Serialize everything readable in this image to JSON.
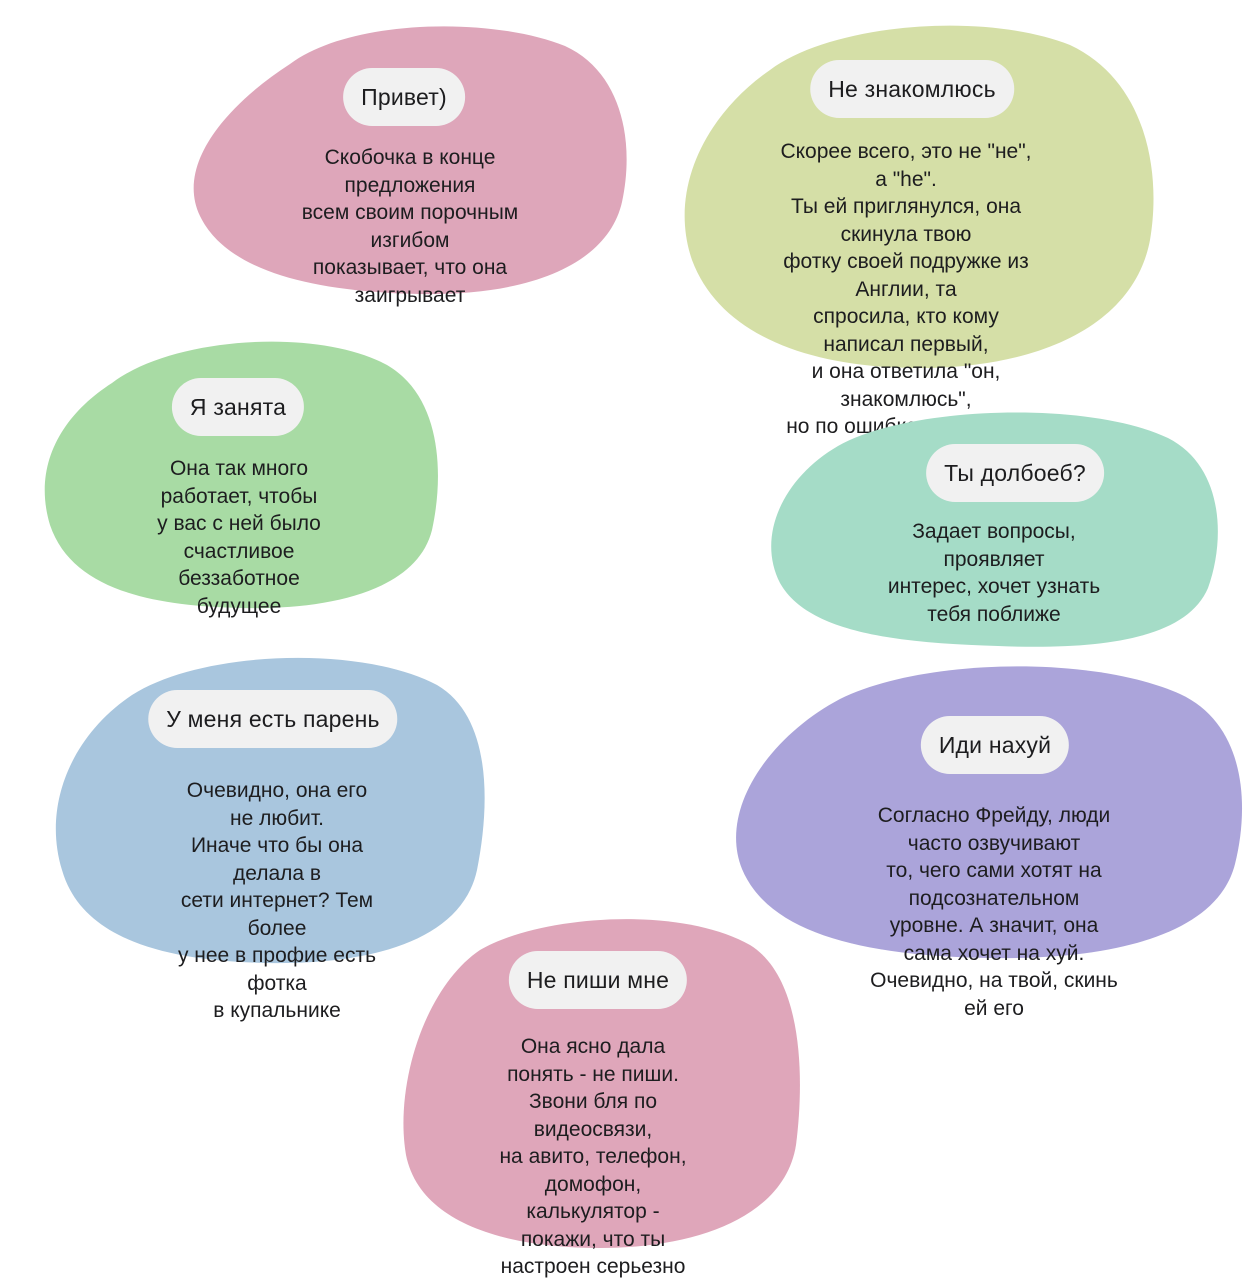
{
  "cards": [
    {
      "title": "Привет)",
      "text": "Скобочка в конце предложения\nвсем своим порочным изгибом\nпоказывает, что она заигрывает",
      "color": "#dea6ba"
    },
    {
      "title": "Не знакомлюсь",
      "text": "Скорее всего, это не \"не\", а \"he\".\nТы ей приглянулся, она скинула твою\nфотку своей подружке из Англии, та\nспросила, кто кому написал первый,\nи она ответила \"он, знакомлюсь\",\nно по ошибке отправила тебе",
      "color": "#d5dfa7"
    },
    {
      "title": "Я занята",
      "text": "Она так много работает, чтобы\nу вас с ней было счастливое\nбеззаботное будущее",
      "color": "#a8dba4"
    },
    {
      "title": "Ты долбоеб?",
      "text": "Задает вопросы, проявляет\nинтерес, хочет узнать тебя поближе",
      "color": "#a5dcc7"
    },
    {
      "title": "У меня есть парень",
      "text": "Очевидно, она его не любит.\nИначе что бы она делала в\nсети интернет? Тем более\nу нее в профие есть фотка\nв купальнике",
      "color": "#a9c6de"
    },
    {
      "title": "Иди нахуй",
      "text": "Согласно Фрейду, люди часто озвучивают\nто, чего сами хотят на подсознательном\nуровне. А значит, она сама хочет на хуй.\nОчевидно, на твой, скинь ей его",
      "color": "#aba4da"
    },
    {
      "title": "Не пиши мне",
      "text": "Она ясно дала понять - не пиши.\nЗвони бля по видеосвязи,\nна авито, телефон, домофон,\nкалькулятор - покажи, что ты\nнастроен серьезно",
      "color": "#dfa6ba"
    }
  ]
}
